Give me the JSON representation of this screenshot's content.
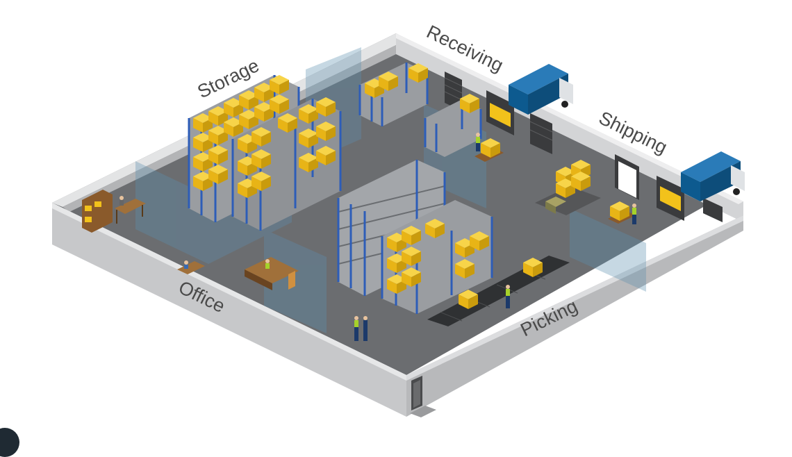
{
  "labels": {
    "storage": "Storage",
    "receiving": "Receiving",
    "shipping": "Shipping",
    "office": "Office",
    "picking": "Picking"
  },
  "colors": {
    "floor": "#6b6d70",
    "wall_outer": "#c7c8ca",
    "wall_top": "#e3e4e5",
    "wall_inner": "#b3b4b6",
    "rack_frame": "#2d5db8",
    "shelf": "#9a9da1",
    "box": "#f2c21b",
    "box_shade": "#c99b0d",
    "truck_cab": "#0d4d7a",
    "truck_body": "#0d5a8f",
    "zone_tint": "#5d8fb0",
    "conveyor": "#2f3133",
    "door_dark": "#3a3b3d",
    "door_light": "#ffffff",
    "desk": "#8a5a2b",
    "worker_vest": "#a6d22a",
    "worker_pants": "#1c3a6a"
  },
  "icons": [
    "truck-icon",
    "forklift-icon",
    "worker-icon",
    "desk-icon",
    "bookshelf-icon",
    "pallet-icon",
    "conveyor-icon",
    "storage-rack-icon",
    "dock-door-icon"
  ]
}
